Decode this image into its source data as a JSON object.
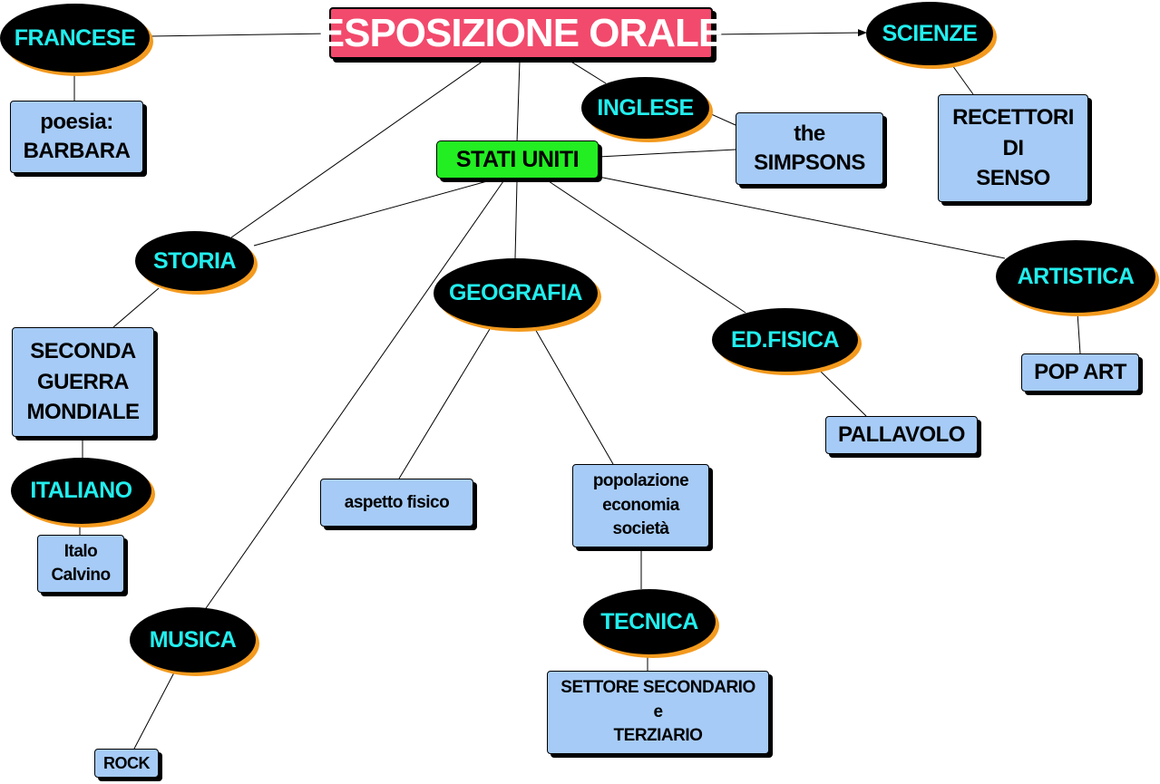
{
  "title": "ESPOSIZIONE ORALE",
  "center": "STATI UNITI",
  "subjects": {
    "francese": "FRANCESE",
    "scienze": "SCIENZE",
    "inglese": "INGLESE",
    "storia": "STORIA",
    "geografia": "GEOGRAFIA",
    "edfisica": "ED.FISICA",
    "artistica": "ARTISTICA",
    "italiano": "ITALIANO",
    "musica": "MUSICA",
    "tecnica": "TECNICA"
  },
  "topics": {
    "francese": "poesia:\nBARBARA",
    "scienze": "RECETTORI\nDI\nSENSO",
    "inglese": "the\nSIMPSONS",
    "storia": "SECONDA\nGUERRA\nMONDIALE",
    "italiano": "Italo\nCalvino",
    "geografia_fisica": "aspetto fisico",
    "geografia_popolazione": "popolazione\neconomia\nsocietà",
    "tecnica": "SETTORE SECONDARIO\ne\nTERZIARIO",
    "edfisica": "PALLAVOLO",
    "artistica": "POP ART",
    "musica": "ROCK"
  },
  "colors": {
    "title_fill": "#f24a6c",
    "center_fill": "#22ee22",
    "topic_fill": "#a6cbf6",
    "subject_fill": "#000000",
    "subject_text": "#22eeee",
    "subject_shadow": "#f39a1e"
  }
}
